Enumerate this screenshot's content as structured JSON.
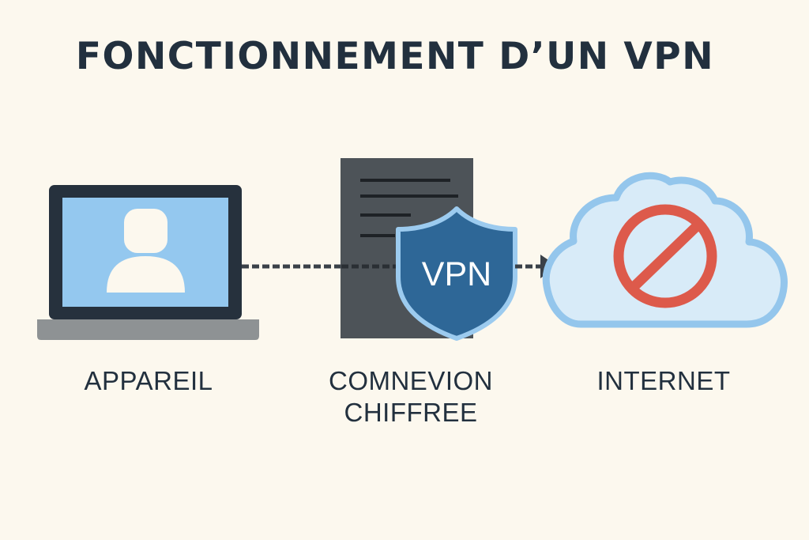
{
  "title": "FONCTIONNEMENT D’UN VPN",
  "nodes": {
    "device": {
      "label": "APPAREIL"
    },
    "connection": {
      "label_line1": "COMNEVION",
      "label_line2": "CHIFFREE",
      "shield_text": "VPN"
    },
    "internet": {
      "label": "INTERNET"
    }
  },
  "colors": {
    "background": "#fcf8ee",
    "text": "#22303e",
    "laptop_frame": "#26313d",
    "laptop_screen": "#94c8ef",
    "server": "#4d5358",
    "shield": "#2e6797",
    "shield_border": "#9ccbef",
    "cloud_fill": "#d8ebf8",
    "cloud_stroke": "#94c6ec",
    "block_sign": "#dd5a4b"
  },
  "icons": [
    "laptop-icon",
    "user-icon",
    "server-icon",
    "shield-icon",
    "cloud-icon",
    "block-icon",
    "arrow-icon"
  ]
}
